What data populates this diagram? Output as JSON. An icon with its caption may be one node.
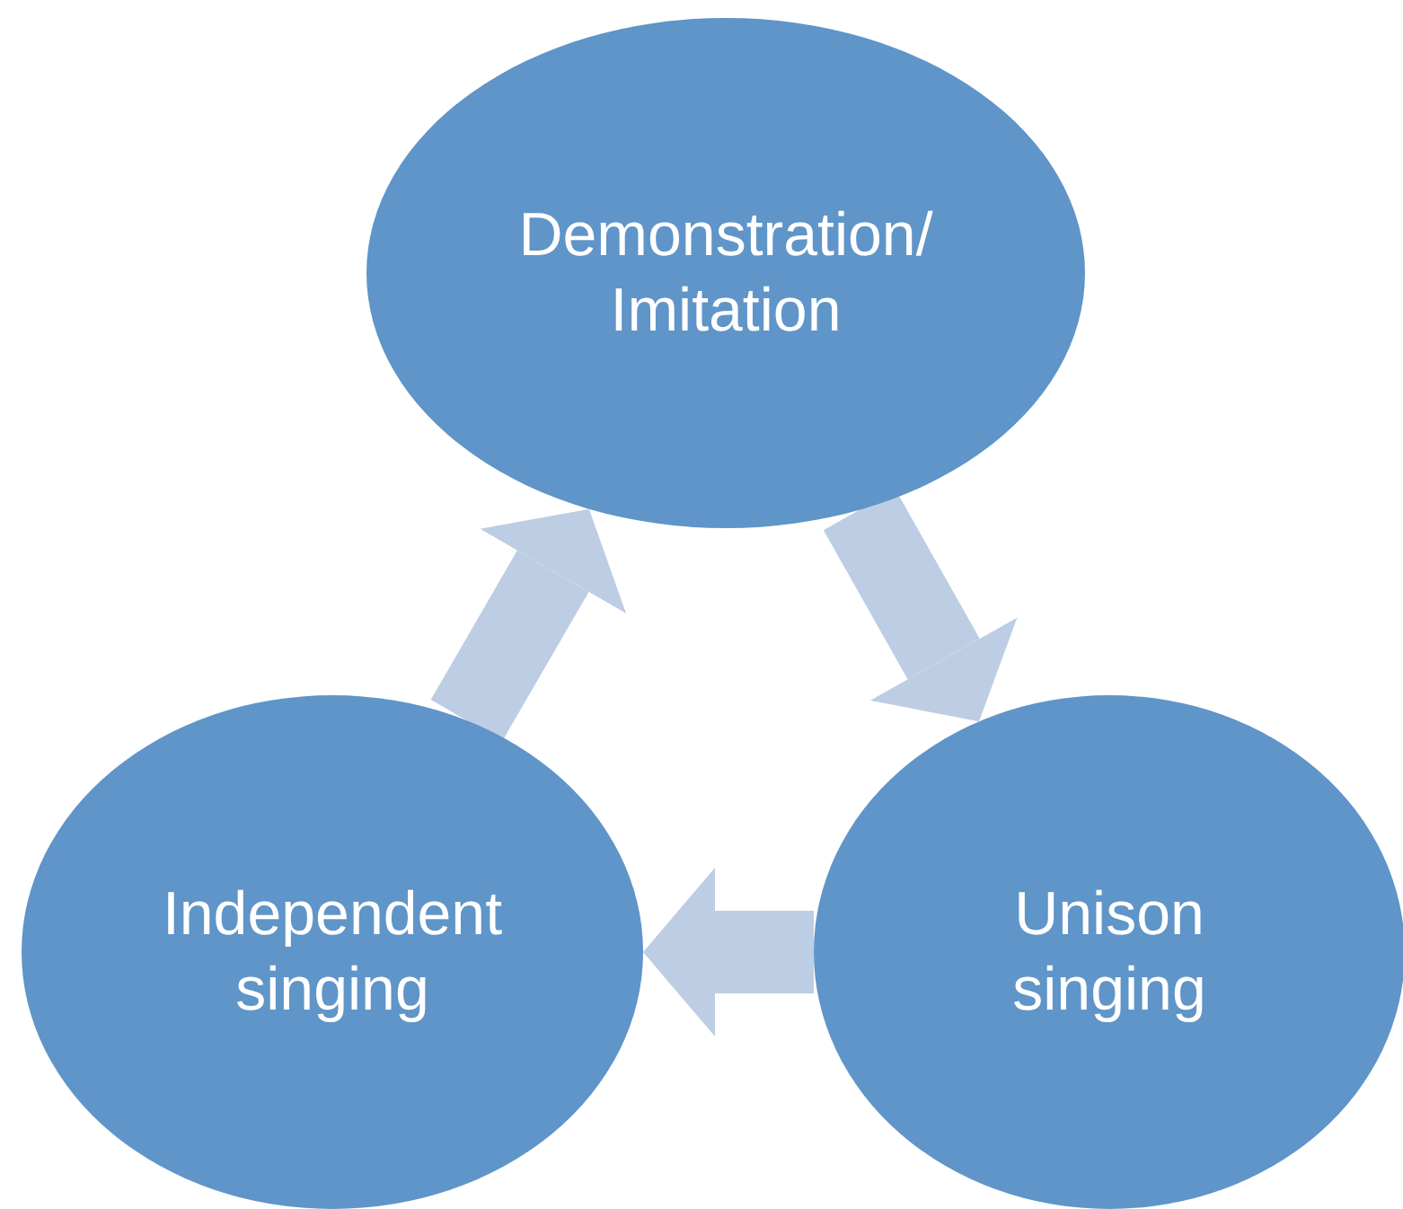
{
  "diagram": {
    "nodes": [
      {
        "text": [
          "Demonstration/ Imitation"
        ]
      },
      {
        "text": [
          "Independent singing"
        ]
      },
      {
        "text": [
          "Unison singing"
        ]
      }
    ],
    "edges": [
      {
        "from": 0,
        "to": 2,
        "arrow": "to"
      },
      {
        "from": 2,
        "to": 1,
        "arrow": "to"
      },
      {
        "from": 1,
        "to": 0,
        "arrow": "to"
      }
    ]
  }
}
